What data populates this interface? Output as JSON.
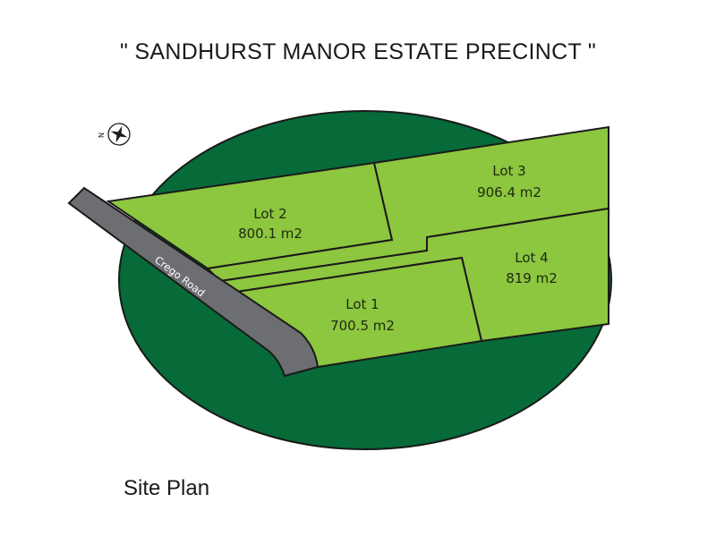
{
  "header": {
    "title": "\" SANDHURST MANOR ESTATE PRECINCT \""
  },
  "compass": {
    "icon": "compass-rose-icon",
    "north_label": "N"
  },
  "map": {
    "colors": {
      "reserve": "#066a39",
      "lot_fill": "#8dc63f",
      "road": "#6d6e71",
      "outline": "#1a1a1a"
    },
    "road": {
      "name": "Crego Road"
    },
    "lots": [
      {
        "id": "lot-1",
        "name": "Lot 1",
        "area": "700.5 m2"
      },
      {
        "id": "lot-2",
        "name": "Lot 2",
        "area": "800.1 m2"
      },
      {
        "id": "lot-3",
        "name": "Lot 3",
        "area": "906.4 m2"
      },
      {
        "id": "lot-4",
        "name": "Lot 4",
        "area": "819 m2"
      }
    ]
  },
  "footer": {
    "caption": "Site Plan"
  }
}
